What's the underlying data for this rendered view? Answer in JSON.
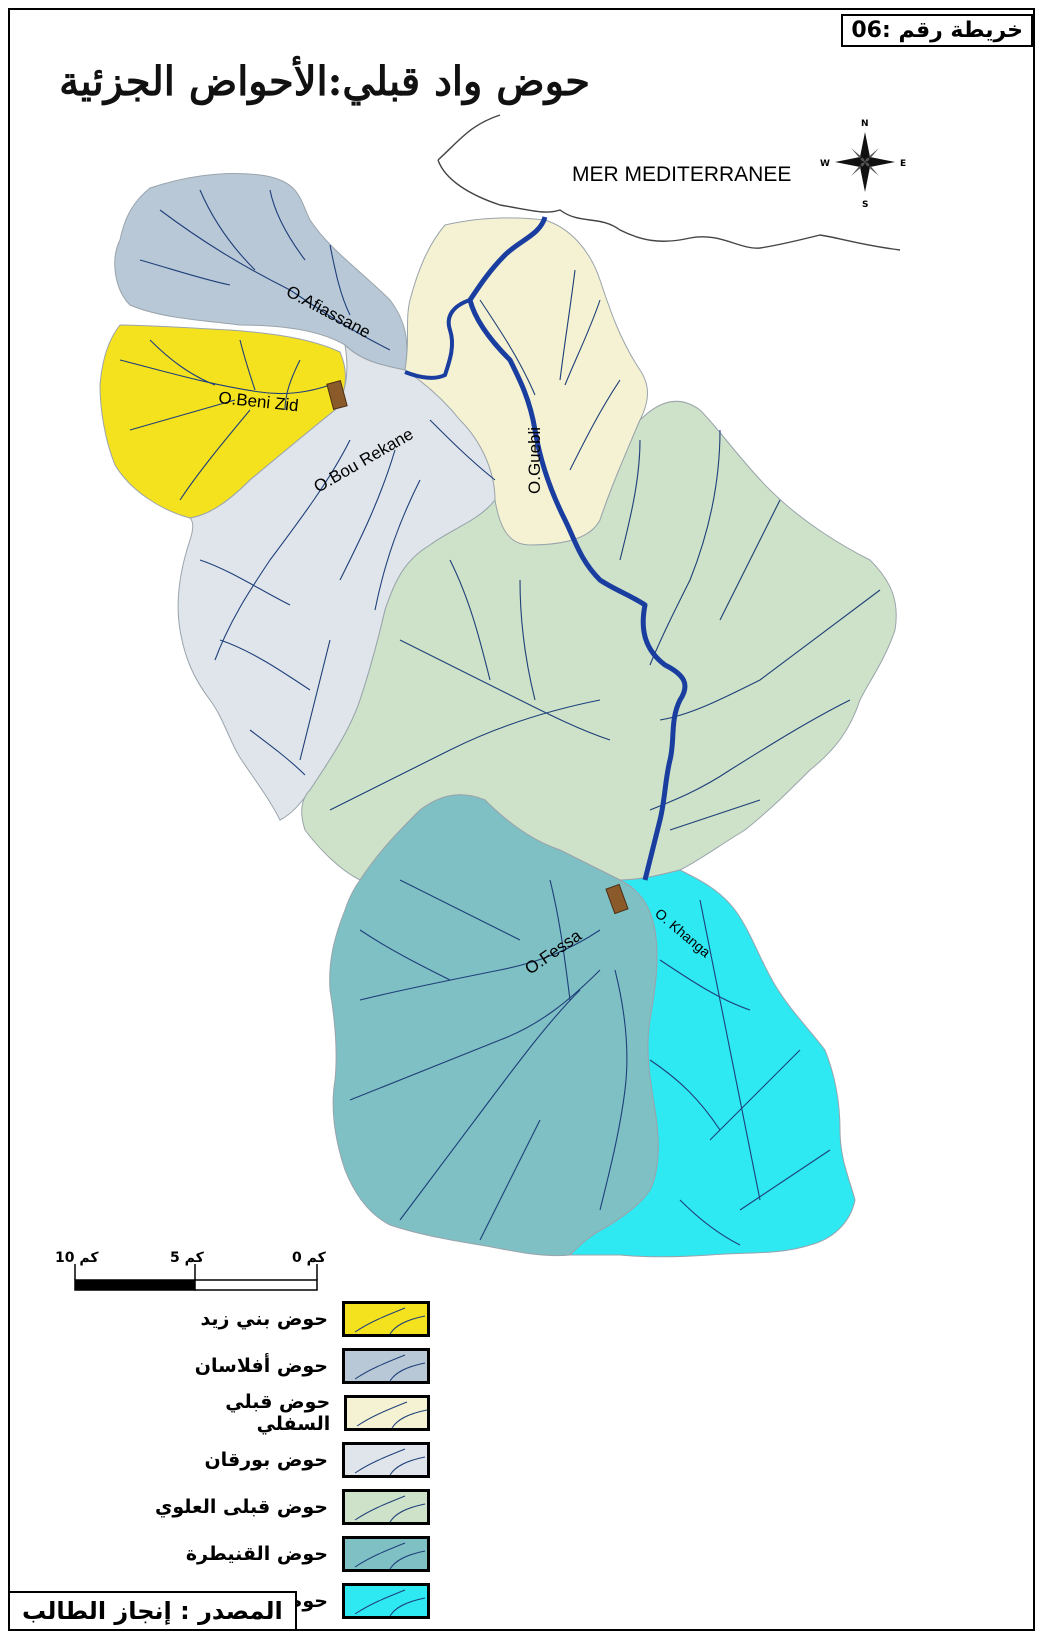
{
  "header": {
    "map_number": "خريطة رقم :06",
    "title": "حوض واد قبلي:الأحواض الجزئية"
  },
  "sea_label": "MER MEDITERRANEE",
  "compass": {
    "n": "N",
    "s": "S",
    "e": "E",
    "w": "W"
  },
  "rivers": {
    "afiassane": "O.Afiassane",
    "beni_zid": "O.Beni Zid",
    "bou_rekane": "O.Bou Rekane",
    "guebli": "O.Guebli",
    "fessa": "O.Fessa",
    "khanga": "O. Khanga"
  },
  "scale": {
    "zero": "0 كم",
    "five": "5 كم",
    "ten": "10 كم"
  },
  "legend": [
    {
      "label": "حوض بني زيد",
      "color": "#f5e21e"
    },
    {
      "label": "حوض أفلاسان",
      "color": "#b8c8d6"
    },
    {
      "label": "حوض قبلي السفلي",
      "color": "#f4f2d2"
    },
    {
      "label": "حوض بورقان",
      "color": "#dfe5ea"
    },
    {
      "label": "حوض قبلى العلوي",
      "color": "#cde2c8"
    },
    {
      "label": "حوض القنيطرة",
      "color": "#7ec0c4"
    },
    {
      "label": "حوض الخنقة",
      "color": "#2ee8f2"
    }
  ],
  "colors": {
    "main_river": "#1a3ea0",
    "stream": "#1f3f7a",
    "dam": "#8b5a2b"
  },
  "source": "المصدر : إنجاز الطالب"
}
